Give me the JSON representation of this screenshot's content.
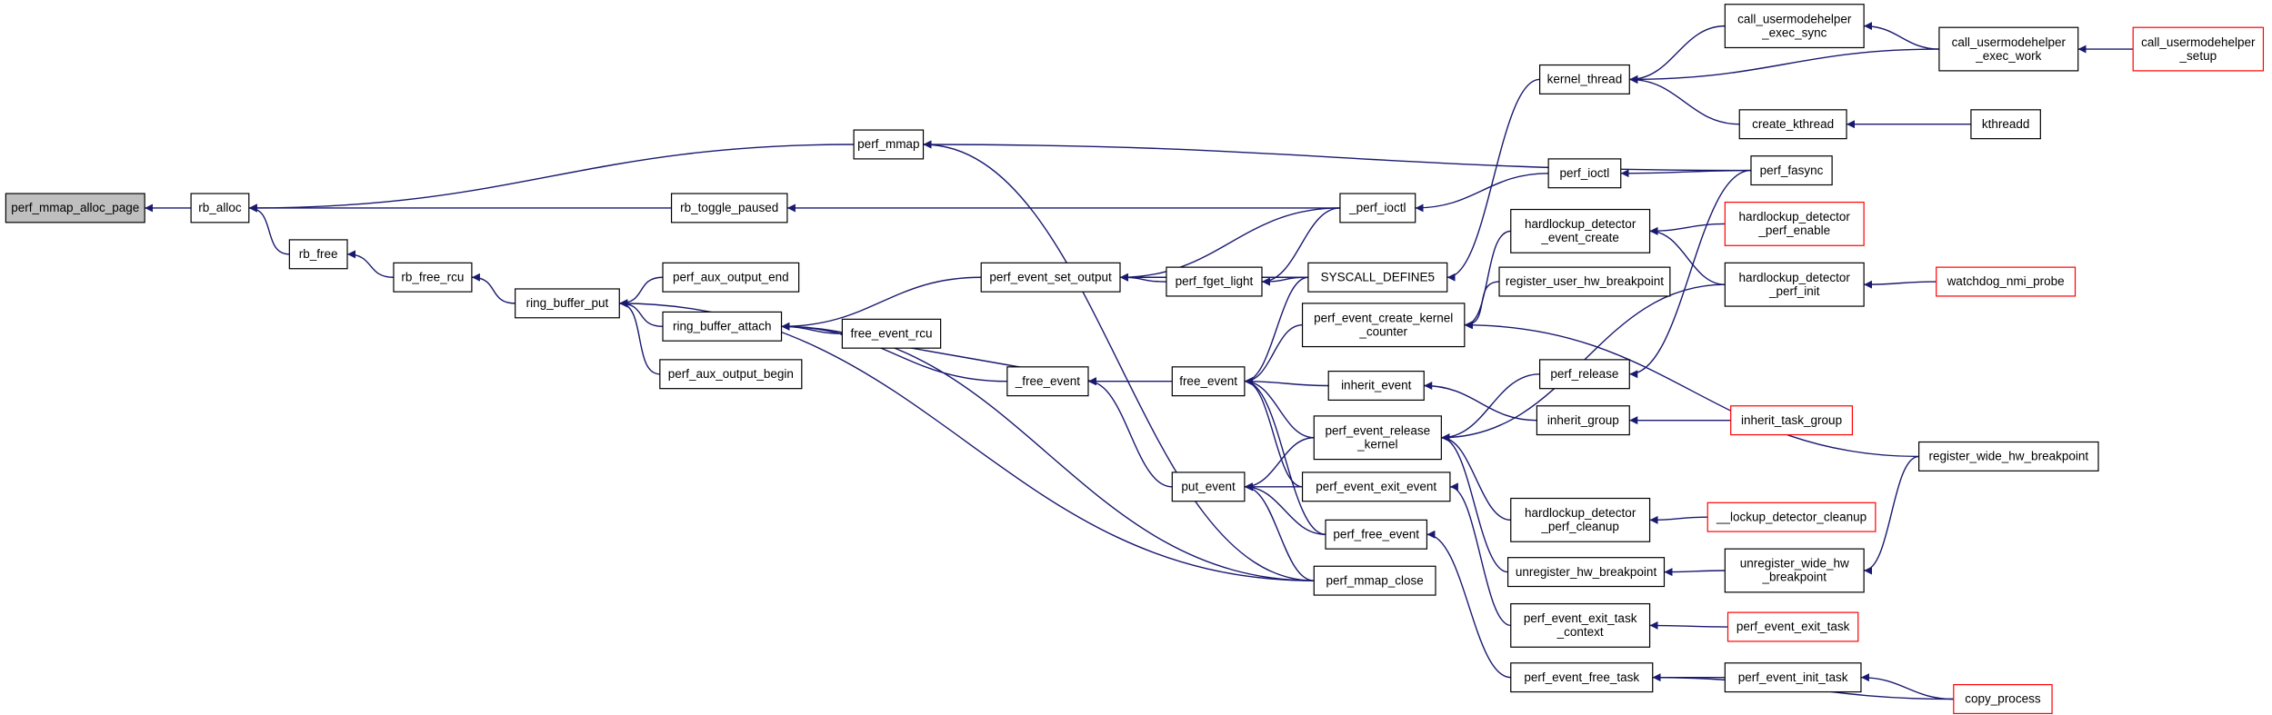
{
  "colors": {
    "edge": "#191970",
    "node_border": "#000000",
    "node_truncated_border": "#ff0000",
    "root_fill": "#bfbfbf",
    "node_fill": "#ffffff"
  },
  "nodes": [
    {
      "id": "perf_mmap_alloc_page",
      "lines": [
        "perf_mmap_alloc_page"
      ],
      "style": "root"
    },
    {
      "id": "rb_alloc",
      "lines": [
        "rb_alloc"
      ]
    },
    {
      "id": "perf_mmap",
      "lines": [
        "perf_mmap"
      ]
    },
    {
      "id": "rb_toggle_paused",
      "lines": [
        "rb_toggle_paused"
      ]
    },
    {
      "id": "rb_free",
      "lines": [
        "rb_free"
      ]
    },
    {
      "id": "rb_free_rcu",
      "lines": [
        "rb_free_rcu"
      ]
    },
    {
      "id": "ring_buffer_put",
      "lines": [
        "ring_buffer_put"
      ]
    },
    {
      "id": "perf_aux_output_end",
      "lines": [
        "perf_aux_output_end"
      ]
    },
    {
      "id": "ring_buffer_attach",
      "lines": [
        "ring_buffer_attach"
      ]
    },
    {
      "id": "perf_aux_output_begin",
      "lines": [
        "perf_aux_output_begin"
      ]
    },
    {
      "id": "perf_event_set_output",
      "lines": [
        "perf_event_set_output"
      ]
    },
    {
      "id": "free_event_rcu",
      "lines": [
        "free_event_rcu"
      ]
    },
    {
      "id": "_free_event",
      "lines": [
        "_free_event"
      ]
    },
    {
      "id": "perf_fget_light",
      "lines": [
        "perf_fget_light"
      ]
    },
    {
      "id": "_perf_ioctl",
      "lines": [
        "_perf_ioctl"
      ]
    },
    {
      "id": "SYSCALL_DEFINE5",
      "lines": [
        "SYSCALL_DEFINE5"
      ]
    },
    {
      "id": "free_event",
      "lines": [
        "free_event"
      ]
    },
    {
      "id": "put_event",
      "lines": [
        "put_event"
      ]
    },
    {
      "id": "perf_event_create_kernel_counter",
      "lines": [
        "perf_event_create_kernel",
        "_counter"
      ]
    },
    {
      "id": "inherit_event",
      "lines": [
        "inherit_event"
      ]
    },
    {
      "id": "perf_event_release_kernel",
      "lines": [
        "perf_event_release",
        "_kernel"
      ]
    },
    {
      "id": "perf_event_exit_event",
      "lines": [
        "perf_event_exit_event"
      ]
    },
    {
      "id": "perf_free_event",
      "lines": [
        "perf_free_event"
      ]
    },
    {
      "id": "perf_mmap_close",
      "lines": [
        "perf_mmap_close"
      ]
    },
    {
      "id": "kernel_thread",
      "lines": [
        "kernel_thread"
      ]
    },
    {
      "id": "perf_ioctl",
      "lines": [
        "perf_ioctl"
      ]
    },
    {
      "id": "hardlockup_detector_event_create",
      "lines": [
        "hardlockup_detector",
        "_event_create"
      ]
    },
    {
      "id": "register_user_hw_breakpoint",
      "lines": [
        "register_user_hw_breakpoint"
      ]
    },
    {
      "id": "perf_release",
      "lines": [
        "perf_release"
      ]
    },
    {
      "id": "inherit_group",
      "lines": [
        "inherit_group"
      ]
    },
    {
      "id": "hardlockup_detector_perf_cleanup",
      "lines": [
        "hardlockup_detector",
        "_perf_cleanup"
      ]
    },
    {
      "id": "unregister_hw_breakpoint",
      "lines": [
        "unregister_hw_breakpoint"
      ]
    },
    {
      "id": "perf_event_exit_task_context",
      "lines": [
        "perf_event_exit_task",
        "_context"
      ]
    },
    {
      "id": "perf_event_free_task",
      "lines": [
        "perf_event_free_task"
      ]
    },
    {
      "id": "call_usermodehelper_exec_sync",
      "lines": [
        "call_usermodehelper",
        "_exec_sync"
      ]
    },
    {
      "id": "create_kthread",
      "lines": [
        "create_kthread"
      ]
    },
    {
      "id": "perf_fasync",
      "lines": [
        "perf_fasync"
      ]
    },
    {
      "id": "hardlockup_detector_perf_enable",
      "lines": [
        "hardlockup_detector",
        "_perf_enable"
      ],
      "style": "truncated"
    },
    {
      "id": "hardlockup_detector_perf_init",
      "lines": [
        "hardlockup_detector",
        "_perf_init"
      ]
    },
    {
      "id": "inherit_task_group",
      "lines": [
        "inherit_task_group"
      ],
      "style": "truncated"
    },
    {
      "id": "lockup_detector_cleanup",
      "lines": [
        "__lockup_detector_cleanup"
      ],
      "style": "truncated"
    },
    {
      "id": "unregister_wide_hw_breakpoint",
      "lines": [
        "unregister_wide_hw",
        "_breakpoint"
      ]
    },
    {
      "id": "perf_event_exit_task",
      "lines": [
        "perf_event_exit_task"
      ],
      "style": "truncated"
    },
    {
      "id": "perf_event_init_task",
      "lines": [
        "perf_event_init_task"
      ]
    },
    {
      "id": "call_usermodehelper_exec_work",
      "lines": [
        "call_usermodehelper",
        "_exec_work"
      ]
    },
    {
      "id": "kthreadd",
      "lines": [
        "kthreadd"
      ]
    },
    {
      "id": "watchdog_nmi_probe",
      "lines": [
        "watchdog_nmi_probe"
      ],
      "style": "truncated"
    },
    {
      "id": "register_wide_hw_breakpoint",
      "lines": [
        "register_wide_hw_breakpoint"
      ]
    },
    {
      "id": "copy_process",
      "lines": [
        "copy_process"
      ],
      "style": "truncated"
    },
    {
      "id": "call_usermodehelper_setup",
      "lines": [
        "call_usermodehelper",
        "_setup"
      ],
      "style": "truncated"
    }
  ],
  "edges": [
    [
      "rb_alloc",
      "perf_mmap_alloc_page"
    ],
    [
      "perf_mmap",
      "rb_alloc"
    ],
    [
      "rb_toggle_paused",
      "rb_alloc"
    ],
    [
      "rb_free",
      "rb_alloc"
    ],
    [
      "rb_free_rcu",
      "rb_free"
    ],
    [
      "ring_buffer_put",
      "rb_free_rcu"
    ],
    [
      "perf_aux_output_end",
      "ring_buffer_put"
    ],
    [
      "ring_buffer_attach",
      "ring_buffer_put"
    ],
    [
      "perf_aux_output_begin",
      "ring_buffer_put"
    ],
    [
      "perf_mmap_close",
      "ring_buffer_put"
    ],
    [
      "_free_event",
      "ring_buffer_attach"
    ],
    [
      "perf_event_set_output",
      "ring_buffer_attach"
    ],
    [
      "free_event_rcu",
      "ring_buffer_attach"
    ],
    [
      "perf_mmap_close",
      "ring_buffer_attach"
    ],
    [
      "perf_fget_light",
      "perf_event_set_output"
    ],
    [
      "_perf_ioctl",
      "perf_event_set_output"
    ],
    [
      "SYSCALL_DEFINE5",
      "perf_event_set_output"
    ],
    [
      "free_event",
      "_free_event"
    ],
    [
      "put_event",
      "_free_event"
    ],
    [
      "free_event_rcu",
      "_free_event"
    ],
    [
      "_perf_ioctl",
      "rb_toggle_paused"
    ],
    [
      "SYSCALL_DEFINE5",
      "perf_fget_light"
    ],
    [
      "_perf_ioctl",
      "perf_fget_light"
    ],
    [
      "perf_ioctl",
      "_perf_ioctl"
    ],
    [
      "kernel_thread",
      "SYSCALL_DEFINE5"
    ],
    [
      "perf_fasync",
      "perf_mmap"
    ],
    [
      "perf_event_create_kernel_counter",
      "free_event"
    ],
    [
      "inherit_event",
      "free_event"
    ],
    [
      "perf_event_release_kernel",
      "free_event"
    ],
    [
      "perf_event_exit_event",
      "free_event"
    ],
    [
      "perf_free_event",
      "free_event"
    ],
    [
      "SYSCALL_DEFINE5",
      "free_event"
    ],
    [
      "perf_event_release_kernel",
      "put_event"
    ],
    [
      "perf_event_exit_event",
      "put_event"
    ],
    [
      "perf_free_event",
      "put_event"
    ],
    [
      "perf_mmap_close",
      "put_event"
    ],
    [
      "perf_mmap_close",
      "perf_mmap"
    ],
    [
      "call_usermodehelper_exec_sync",
      "kernel_thread"
    ],
    [
      "call_usermodehelper_exec_work",
      "kernel_thread"
    ],
    [
      "create_kthread",
      "kernel_thread"
    ],
    [
      "perf_fasync",
      "perf_ioctl"
    ],
    [
      "hardlockup_detector_event_create",
      "perf_event_create_kernel_counter"
    ],
    [
      "register_user_hw_breakpoint",
      "perf_event_create_kernel_counter"
    ],
    [
      "register_wide_hw_breakpoint",
      "perf_event_create_kernel_counter"
    ],
    [
      "inherit_group",
      "inherit_event"
    ],
    [
      "perf_release",
      "perf_event_release_kernel"
    ],
    [
      "hardlockup_detector_perf_cleanup",
      "perf_event_release_kernel"
    ],
    [
      "unregister_hw_breakpoint",
      "perf_event_release_kernel"
    ],
    [
      "hardlockup_detector_perf_init",
      "perf_event_release_kernel"
    ],
    [
      "perf_event_exit_task_context",
      "perf_event_exit_event"
    ],
    [
      "perf_event_free_task",
      "perf_free_event"
    ],
    [
      "perf_fasync",
      "perf_release"
    ],
    [
      "call_usermodehelper_exec_work",
      "call_usermodehelper_exec_sync"
    ],
    [
      "kthreadd",
      "create_kthread"
    ],
    [
      "hardlockup_detector_perf_enable",
      "hardlockup_detector_event_create"
    ],
    [
      "hardlockup_detector_perf_init",
      "hardlockup_detector_event_create"
    ],
    [
      "inherit_task_group",
      "inherit_group"
    ],
    [
      "lockup_detector_cleanup",
      "hardlockup_detector_perf_cleanup"
    ],
    [
      "unregister_wide_hw_breakpoint",
      "unregister_hw_breakpoint"
    ],
    [
      "perf_event_exit_task",
      "perf_event_exit_task_context"
    ],
    [
      "perf_event_init_task",
      "perf_event_free_task"
    ],
    [
      "copy_process",
      "perf_event_free_task"
    ],
    [
      "call_usermodehelper_setup",
      "call_usermodehelper_exec_work"
    ],
    [
      "watchdog_nmi_probe",
      "hardlockup_detector_perf_init"
    ],
    [
      "register_wide_hw_breakpoint",
      "unregister_wide_hw_breakpoint"
    ],
    [
      "copy_process",
      "perf_event_init_task"
    ]
  ]
}
